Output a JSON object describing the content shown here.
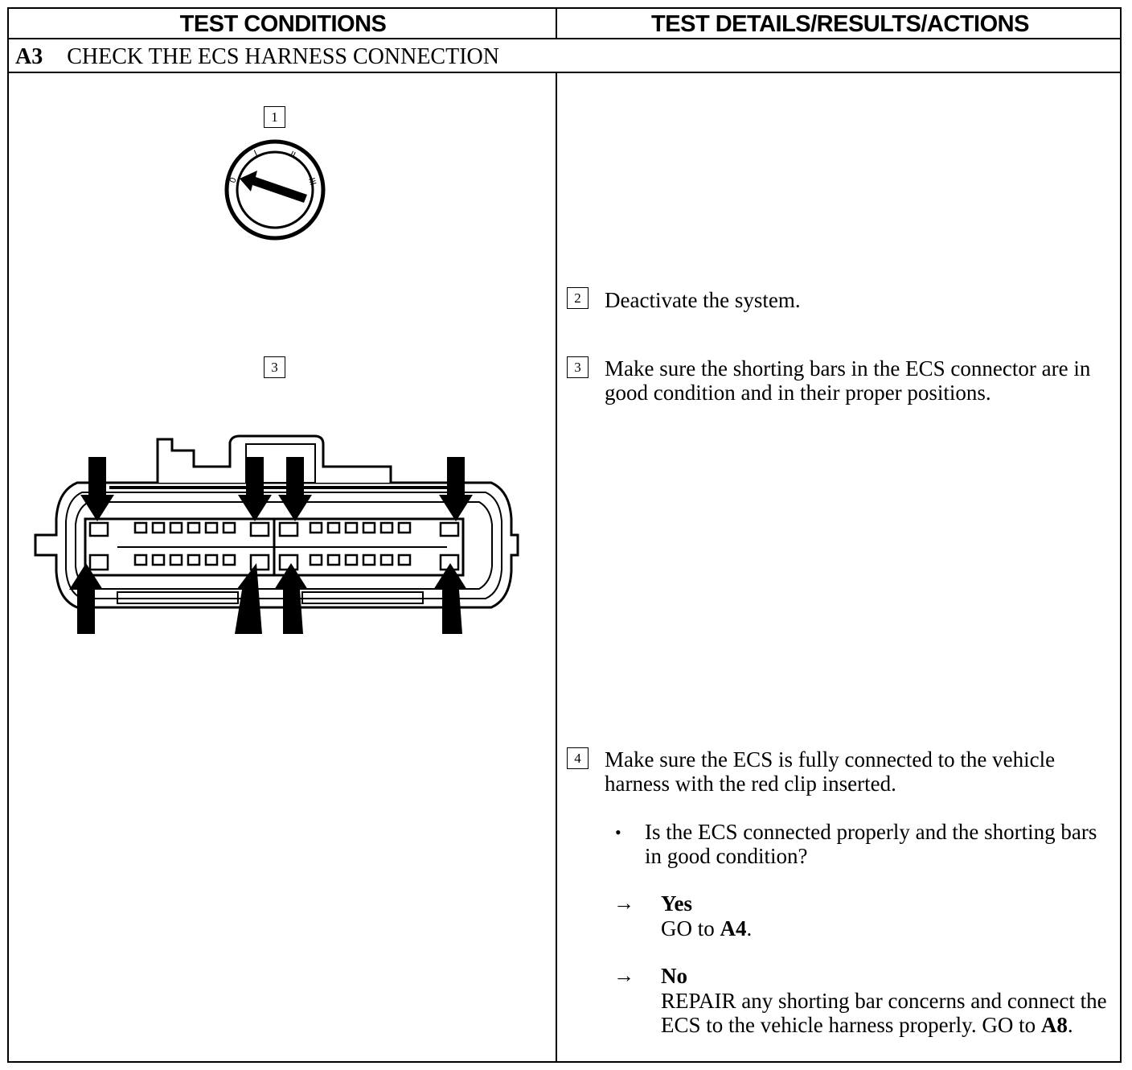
{
  "header": {
    "left": "TEST CONDITIONS",
    "right": "TEST DETAILS/RESULTS/ACTIONS"
  },
  "section": {
    "code": "A3",
    "title": "CHECK THE ECS HARNESS CONNECTION"
  },
  "figure": {
    "ignition_step": "1",
    "connector_step": "3",
    "ignition_marks": [
      "0",
      "I",
      "II",
      "III"
    ],
    "icons": [
      "ignition-switch-icon",
      "ecs-connector-icon",
      "pointer-arrow-icon"
    ]
  },
  "steps": [
    {
      "number": "2",
      "text": "Deactivate the system."
    },
    {
      "number": "3",
      "text": "Make sure the shorting bars in the ECS connector are in good condition and in their proper positions."
    },
    {
      "number": "4",
      "text": "Make sure the ECS is fully connected to the vehicle harness with the red clip inserted."
    }
  ],
  "question": "Is the ECS connected properly and the shorting bars in good condition?",
  "answers": {
    "yes": {
      "label": "Yes",
      "action_prefix": "GO to ",
      "target": "A4",
      "suffix": "."
    },
    "no": {
      "label": "No",
      "action_prefix": "REPAIR any shorting bar concerns and connect the ECS to the vehicle harness properly. GO to ",
      "target": "A8",
      "suffix": "."
    }
  },
  "symbols": {
    "bullet": "•",
    "arrow": "→"
  }
}
